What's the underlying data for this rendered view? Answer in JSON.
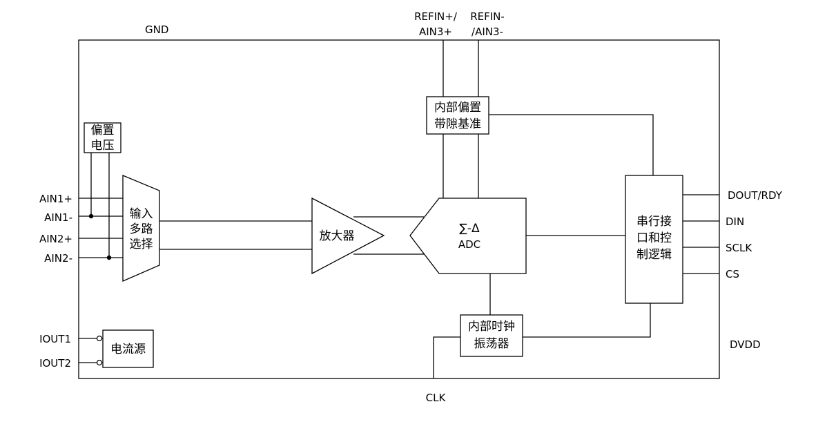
{
  "pins": {
    "gnd": "GND",
    "refin_pos_1": "REFIN+/",
    "refin_pos_2": "AIN3+",
    "refin_neg_1": "REFIN-",
    "refin_neg_2": "/AIN3-",
    "ain1p": "AIN1+",
    "ain1n": "AIN1-",
    "ain2p": "AIN2+",
    "ain2n": "AIN2-",
    "iout1": "IOUT1",
    "iout2": "IOUT2",
    "dout": "DOUT/RDY",
    "din": "DIN",
    "sclk": "SCLK",
    "cs": "CS",
    "dvdd": "DVDD",
    "clk": "CLK"
  },
  "blocks": {
    "bias": [
      "偏置",
      "电压"
    ],
    "mux": [
      "输入",
      "多路",
      "选择"
    ],
    "amp": "放大器",
    "adc": [
      "∑-Δ",
      "ADC"
    ],
    "ref": [
      "内部偏置",
      "带隙基准"
    ],
    "serial": [
      "串行接",
      "口和控",
      "制逻辑"
    ],
    "osc": [
      "内部时钟",
      "振荡器"
    ],
    "current": "电流源"
  }
}
